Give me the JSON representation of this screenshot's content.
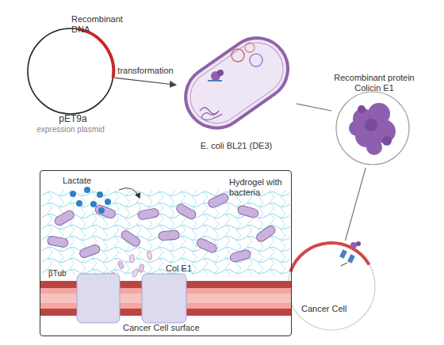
{
  "diagram": {
    "nodes": [
      {
        "text": [
          "Recombinant DNA",
          "pET9a",
          "expression plasmid"
        ]
      },
      {
        "text": [
          "E. coli BL21 (DE3)"
        ]
      },
      {
        "text": [
          "Recombinant protein Colicin E1"
        ]
      },
      {
        "text": [
          "Cancer Cell"
        ]
      },
      {
        "text": [
          "Lactate",
          "Hydrogel with bacteria",
          "Col E1"
        ]
      },
      {
        "text": [
          "βTub",
          "Cancer Cell surface"
        ],
        "in": 4
      }
    ],
    "edges": [
      {
        "from": 0,
        "to": 1,
        "arrow": "to",
        "label": "transformation"
      },
      {
        "from": 1,
        "to": 2,
        "arrow": "none"
      },
      {
        "from": 2,
        "to": 3,
        "arrow": "none"
      }
    ]
  }
}
